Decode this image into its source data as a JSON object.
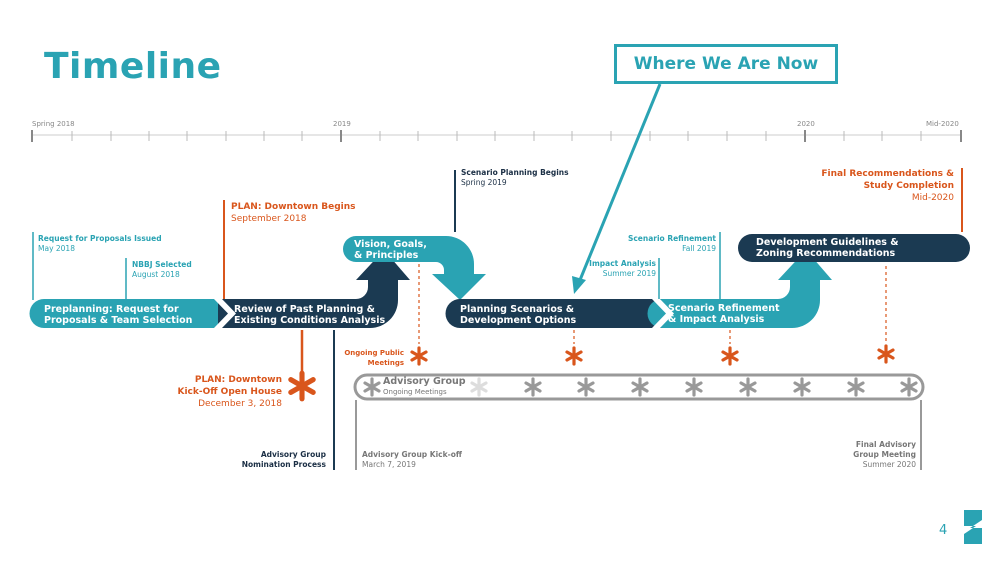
{
  "title": "Timeline",
  "callout": "Where We Are Now",
  "axis": {
    "start": "Spring 2018",
    "y2019": "2019",
    "y2020": "2020",
    "end": "Mid-2020"
  },
  "phases": {
    "preplanning": [
      "Preplanning: Request for",
      "Proposals & Team Selection"
    ],
    "review": [
      "Review of Past Planning &",
      "Existing Conditions Analysis"
    ],
    "vision": [
      "Vision, Goals,",
      "& Principles"
    ],
    "scenarios": [
      "Planning Scenarios &",
      "Development Options"
    ],
    "refinement": [
      "Scenario Refinement",
      "& Impact Analysis"
    ],
    "guidelines": [
      "Development Guidelines &",
      "Zoning Recommendations"
    ]
  },
  "milestones": {
    "rfp": {
      "title": "Request for Proposals Issued",
      "date": "May 2018"
    },
    "nbbj": {
      "title": "NBBJ Selected",
      "date": "August 2018"
    },
    "plan_begins": {
      "title": "PLAN: Downtown Begins",
      "date": "September 2018"
    },
    "scenario_begins": {
      "title": "Scenario Planning Begins",
      "date": "Spring 2019"
    },
    "impact": {
      "title": "Impact Analysis",
      "date": "Summer 2019"
    },
    "refinement": {
      "title": "Scenario Refinement",
      "date": "Fall 2019"
    },
    "final": {
      "title1": "Final Recommendations &",
      "title2": "Study Completion",
      "date": "Mid-2020"
    },
    "kickoff": {
      "title1": "PLAN: Downtown",
      "title2": "Kick-Off Open House",
      "date": "December 3, 2018"
    },
    "public_meetings": {
      "line1": "Ongoing Public",
      "line2": "Meetings"
    },
    "nomination": {
      "line1": "Advisory Group",
      "line2": "Nomination Process"
    },
    "ag_kickoff": {
      "title": "Advisory Group Kick-off",
      "date": "March 7, 2019"
    },
    "final_ag": {
      "line1": "Final Advisory",
      "line2": "Group Meeting",
      "date": "Summer 2020"
    }
  },
  "advisory": {
    "title": "Advisory Group",
    "subtitle": "Ongoing Meetings"
  },
  "page_number": "4",
  "colors": {
    "teal": "#2aa3b3",
    "navy": "#1b3a52",
    "orange": "#d9561c",
    "grey": "#888888"
  }
}
